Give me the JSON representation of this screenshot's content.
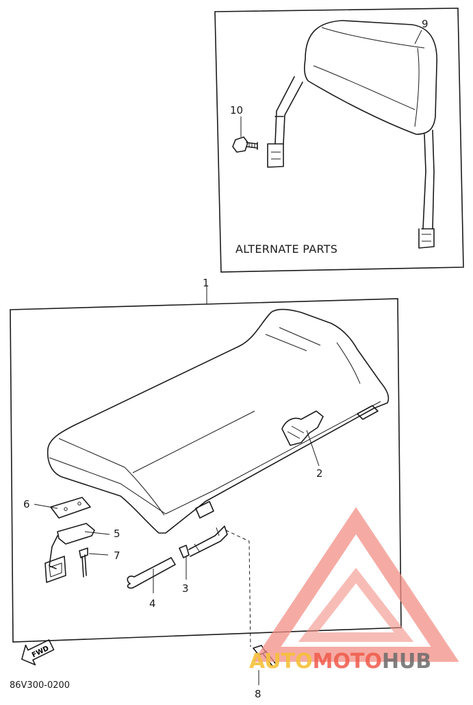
{
  "diagram": {
    "alternate_caption": "ALTERNATE PARTS",
    "drawing_code": "86V300-0200",
    "fwd_text": "FWD",
    "callouts": {
      "assembly": "1",
      "lock": "2",
      "bracket": "3",
      "rod": "4",
      "hinge": "5",
      "plate": "6",
      "rivet": "7",
      "pin": "8",
      "backrest": "9",
      "bolt": "10"
    }
  },
  "watermark": {
    "part_a": "AUTO",
    "part_b": "MOTO",
    "part_c": "HUB",
    "colors": {
      "red": "#f05a4a",
      "gray": "#6b6b6b",
      "yellow": "#f5c23a",
      "triangle": "#f28f86"
    }
  }
}
